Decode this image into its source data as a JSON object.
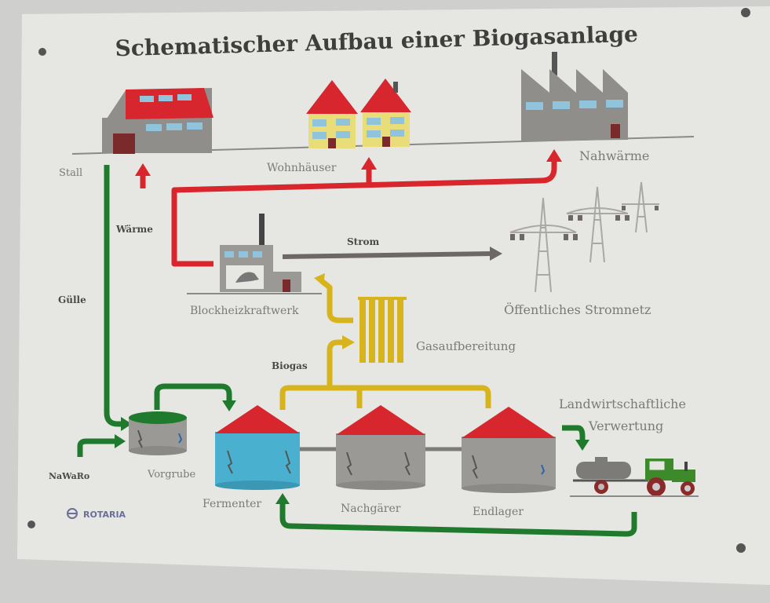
{
  "title": "Schematischer Aufbau einer Biogasanlage",
  "labels": {
    "stall": "Stall",
    "wohnhaeuser": "Wohnhäuser",
    "nahwaerme": "Nahwärme",
    "waerme": "Wärme",
    "strom": "Strom",
    "guelle": "Gülle",
    "bhkw": "Blockheizkraftwerk",
    "stromnetz": "Öffentliches Stromnetz",
    "gasaufbereitung": "Gasaufbereitung",
    "biogas": "Biogas",
    "vorgrube": "Vorgrube",
    "nawaro": "NaWaRo",
    "fermenter": "Fermenter",
    "nachgaerer": "Nachgärer",
    "endlager": "Endlager",
    "verwertung_line1": "Landwirtschaftliche",
    "verwertung_line2": "Verwertung",
    "brand": "ROTARIA"
  },
  "colors": {
    "board": "#e6e6e2",
    "wall": "#cfcfcd",
    "heat_red": "#d9262c",
    "roof_red": "#d8262e",
    "manure_green": "#1f7a2e",
    "gas_yellow": "#d8b41c",
    "power_gray": "#6d6864",
    "building_gray": "#8f8e8a",
    "house_yellow": "#e8dd78",
    "window_blue": "#8fc4dc",
    "fermenter_blue": "#4ab0cf",
    "tractor_green": "#3d8a2a"
  },
  "icons": [
    "stable-icon",
    "house-icon",
    "factory-icon",
    "chp-plant-icon",
    "power-pylon-icon",
    "gas-filter-icon",
    "tank-icon",
    "tractor-icon",
    "slurry-trailer-icon",
    "brand-logo-icon"
  ]
}
